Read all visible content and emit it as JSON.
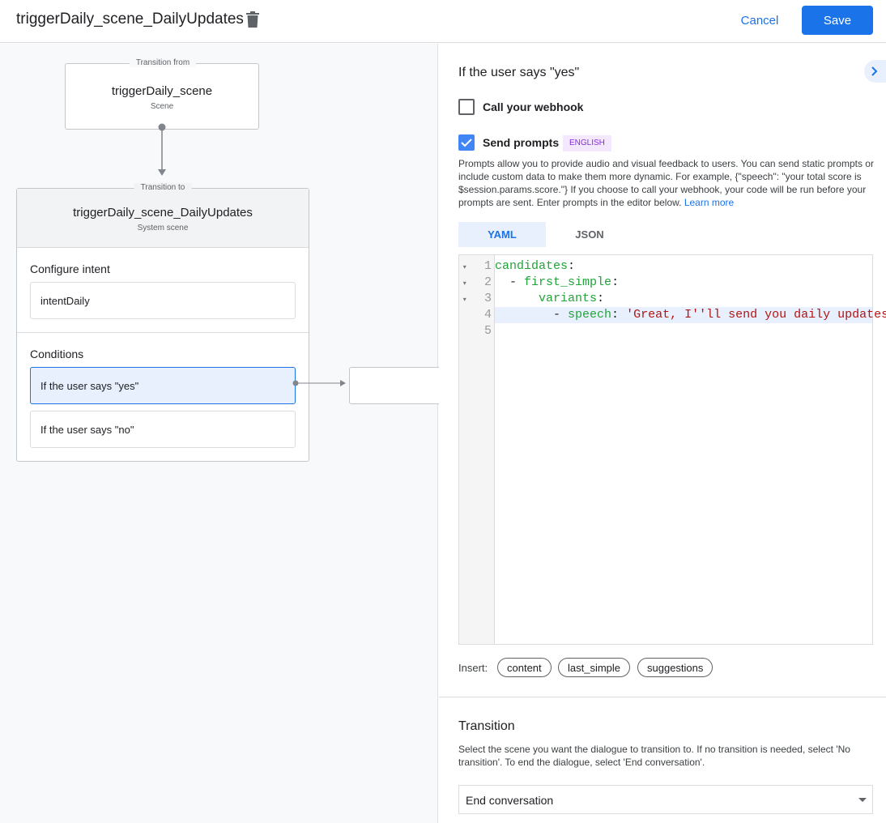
{
  "header": {
    "title": "triggerDaily_scene_DailyUpdates",
    "cancel": "Cancel",
    "save": "Save"
  },
  "canvas": {
    "from": {
      "legend": "Transition from",
      "name": "triggerDaily_scene",
      "type": "Scene"
    },
    "to": {
      "legend": "Transition to",
      "name": "triggerDaily_scene_DailyUpdates",
      "type": "System scene"
    },
    "configure_intent": {
      "label": "Configure intent",
      "intent": "intentDaily"
    },
    "conditions": {
      "label": "Conditions",
      "items": [
        "If the user says \"yes\"",
        "If the user says \"no\""
      ]
    }
  },
  "panel": {
    "heading": "If the user says \"yes\"",
    "webhook": {
      "label": "Call your webhook",
      "checked": false
    },
    "prompts": {
      "label": "Send prompts",
      "checked": true,
      "badge": "ENGLISH",
      "description": "Prompts allow you to provide audio and visual feedback to users. You can send static prompts or include custom data to make them more dynamic. For example, {\"speech\": \"your total score is $session.params.score.\"} If you choose to call your webhook, your code will be run before your prompts are sent. Enter prompts in the editor below.",
      "learn_more": "Learn more"
    },
    "tabs": [
      {
        "label": "YAML",
        "active": true
      },
      {
        "label": "JSON",
        "active": false
      }
    ],
    "code_lines": [
      {
        "n": "1",
        "indent": "",
        "dash": "",
        "key": "candidates",
        "sep": ":",
        "val": ""
      },
      {
        "n": "2",
        "indent": "  ",
        "dash": "- ",
        "key": "first_simple",
        "sep": ":",
        "val": ""
      },
      {
        "n": "3",
        "indent": "      ",
        "dash": "",
        "key": "variants",
        "sep": ":",
        "val": ""
      },
      {
        "n": "4",
        "indent": "        ",
        "dash": "- ",
        "key": "speech",
        "sep": ": ",
        "val": "'Great, I''ll send you daily updates."
      },
      {
        "n": "5",
        "indent": "",
        "dash": "",
        "key": "",
        "sep": "",
        "val": ""
      }
    ],
    "insert": {
      "label": "Insert:",
      "chips": [
        "content",
        "last_simple",
        "suggestions"
      ]
    },
    "transition": {
      "heading": "Transition",
      "description": "Select the scene you want the dialogue to transition to. If no transition is needed, select 'No transition'. To end the dialogue, select 'End conversation'.",
      "selected": "End conversation"
    }
  },
  "colors": {
    "accent": "#1a73e8",
    "badge_bg": "#f3e8fd",
    "badge_text": "#8430ce",
    "key": "#22a33a",
    "string": "#b31412"
  }
}
